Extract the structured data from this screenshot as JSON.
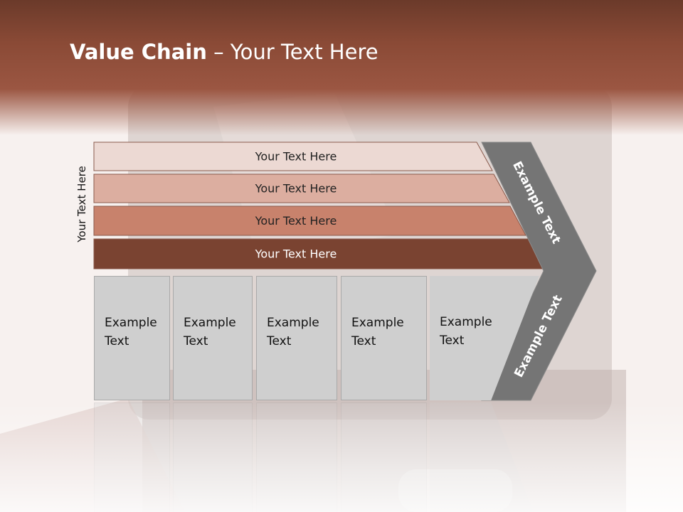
{
  "title": {
    "bold": "Value Chain",
    "rest": " – Your Text Here"
  },
  "side_label": "Your Text Here",
  "bars": [
    {
      "label": "Your Text Here",
      "color": "#ecd9d3",
      "text_color": "#222222"
    },
    {
      "label": "Your Text Here",
      "color": "#dcaea0",
      "text_color": "#222222"
    },
    {
      "label": "Your Text Here",
      "color": "#c8826c",
      "text_color": "#222222"
    },
    {
      "label": "Your Text Here",
      "color": "#7a4331",
      "text_color": "#ffffff"
    }
  ],
  "boxes": [
    {
      "label": "Example Text"
    },
    {
      "label": "Example Text"
    },
    {
      "label": "Example Text"
    },
    {
      "label": "Example Text"
    },
    {
      "label": "Example Text"
    }
  ],
  "chevron": {
    "upper_label": "Example Text",
    "lower_label": "Example Text",
    "color": "#757575"
  }
}
